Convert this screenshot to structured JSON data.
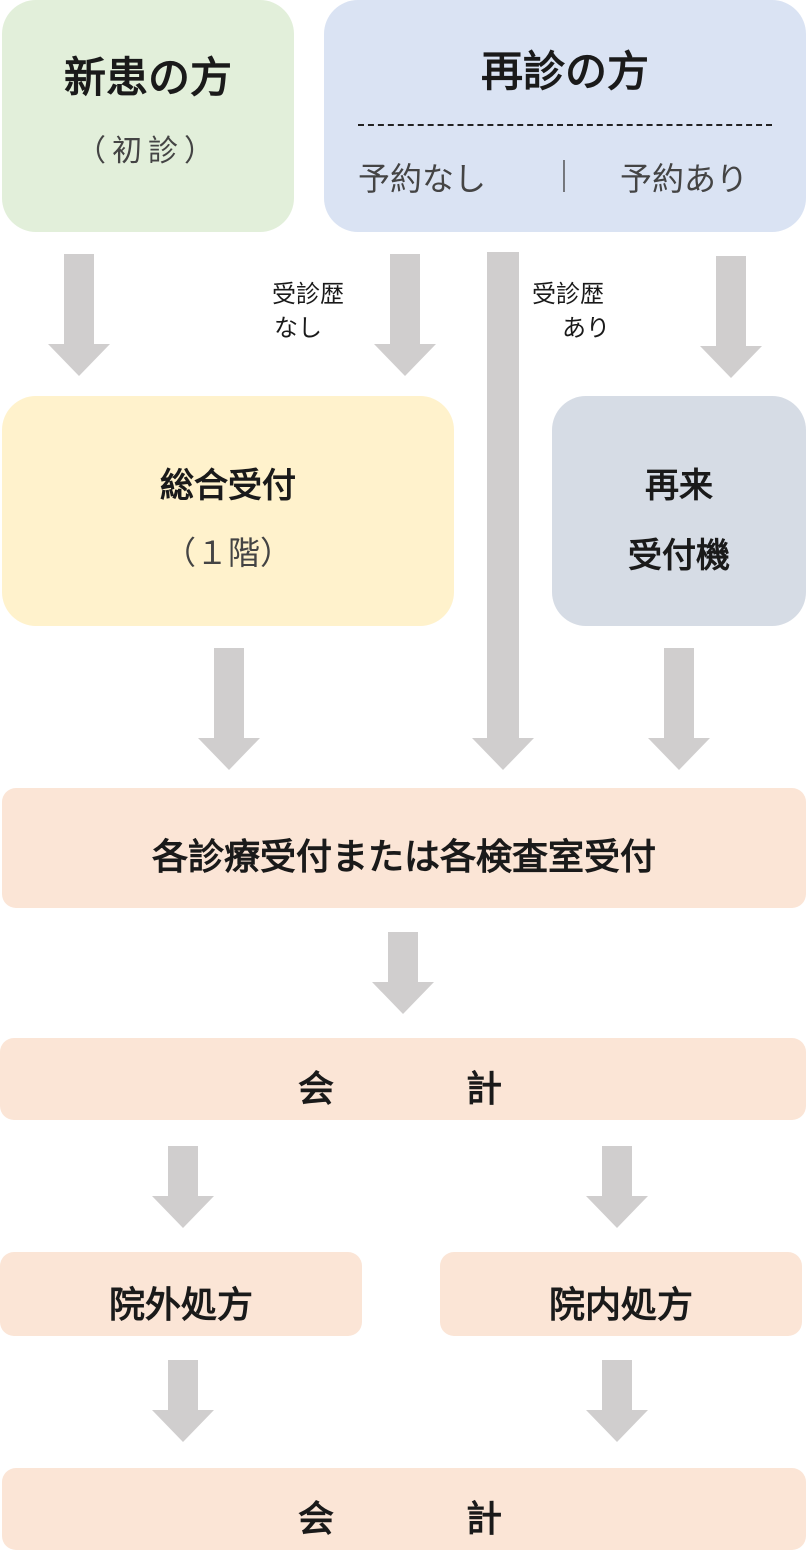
{
  "new_patient": {
    "title": "新患の方",
    "sub": "（初診）"
  },
  "return_patient": {
    "title": "再診の方",
    "left": "予約なし",
    "separator": "｜",
    "right": "予約あり"
  },
  "labels": {
    "no_history": [
      "受診歴",
      "なし"
    ],
    "has_history": [
      "受診歴",
      "あり"
    ]
  },
  "general_reception": {
    "title": "総合受付",
    "sub": "（１階）"
  },
  "revisit_machine": {
    "line1": "再来",
    "line2": "受付機"
  },
  "dept_reception": {
    "title": "各診療受付または各検査室受付"
  },
  "payment_1": {
    "left": "会",
    "right": "計"
  },
  "outside_rx": {
    "title": "院外処方"
  },
  "inside_rx": {
    "title": "院内処方"
  },
  "payment_2": {
    "left": "会",
    "right": "計"
  },
  "colors": {
    "green": "#e2efda",
    "blue": "#dae3f3",
    "yellow": "#fff2cc",
    "gray": "#d6dce5",
    "peach": "#fbe5d6",
    "arrow": "#d0cece"
  }
}
